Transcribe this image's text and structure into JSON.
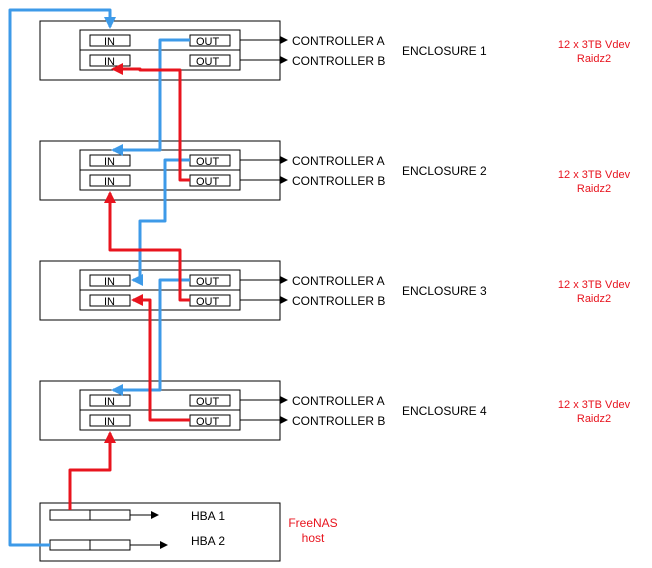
{
  "enclosures": [
    {
      "name": "ENCLOSURE 1",
      "in_a": "IN",
      "out_a": "OUT",
      "in_b": "IN",
      "out_b": "OUT",
      "controller_a": "CONTROLLER A",
      "controller_b": "CONTROLLER B",
      "vdev_line1": "12 x 3TB Vdev",
      "vdev_line2": "Raidz2"
    },
    {
      "name": "ENCLOSURE 2",
      "in_a": "IN",
      "out_a": "OUT",
      "in_b": "IN",
      "out_b": "OUT",
      "controller_a": "CONTROLLER A",
      "controller_b": "CONTROLLER B",
      "vdev_line1": "12 x 3TB Vdev",
      "vdev_line2": "Raidz2"
    },
    {
      "name": "ENCLOSURE 3",
      "in_a": "IN",
      "out_a": "OUT",
      "in_b": "IN",
      "out_b": "OUT",
      "controller_a": "CONTROLLER A",
      "controller_b": "CONTROLLER B",
      "vdev_line1": "12 x 3TB Vdev",
      "vdev_line2": "Raidz2"
    },
    {
      "name": "ENCLOSURE 4",
      "in_a": "IN",
      "out_a": "OUT",
      "in_b": "IN",
      "out_b": "OUT",
      "controller_a": "CONTROLLER A",
      "controller_b": "CONTROLLER B",
      "vdev_line1": "12 x 3TB Vdev",
      "vdev_line2": "Raidz2"
    }
  ],
  "host": {
    "line1": "FreeNAS",
    "line2": "host",
    "hba1": "HBA 1",
    "hba2": "HBA 2"
  },
  "colors": {
    "path_a": "#3d9ae8",
    "path_b": "#e8141e",
    "accent_text": "#e8141e",
    "stroke": "#000000"
  }
}
